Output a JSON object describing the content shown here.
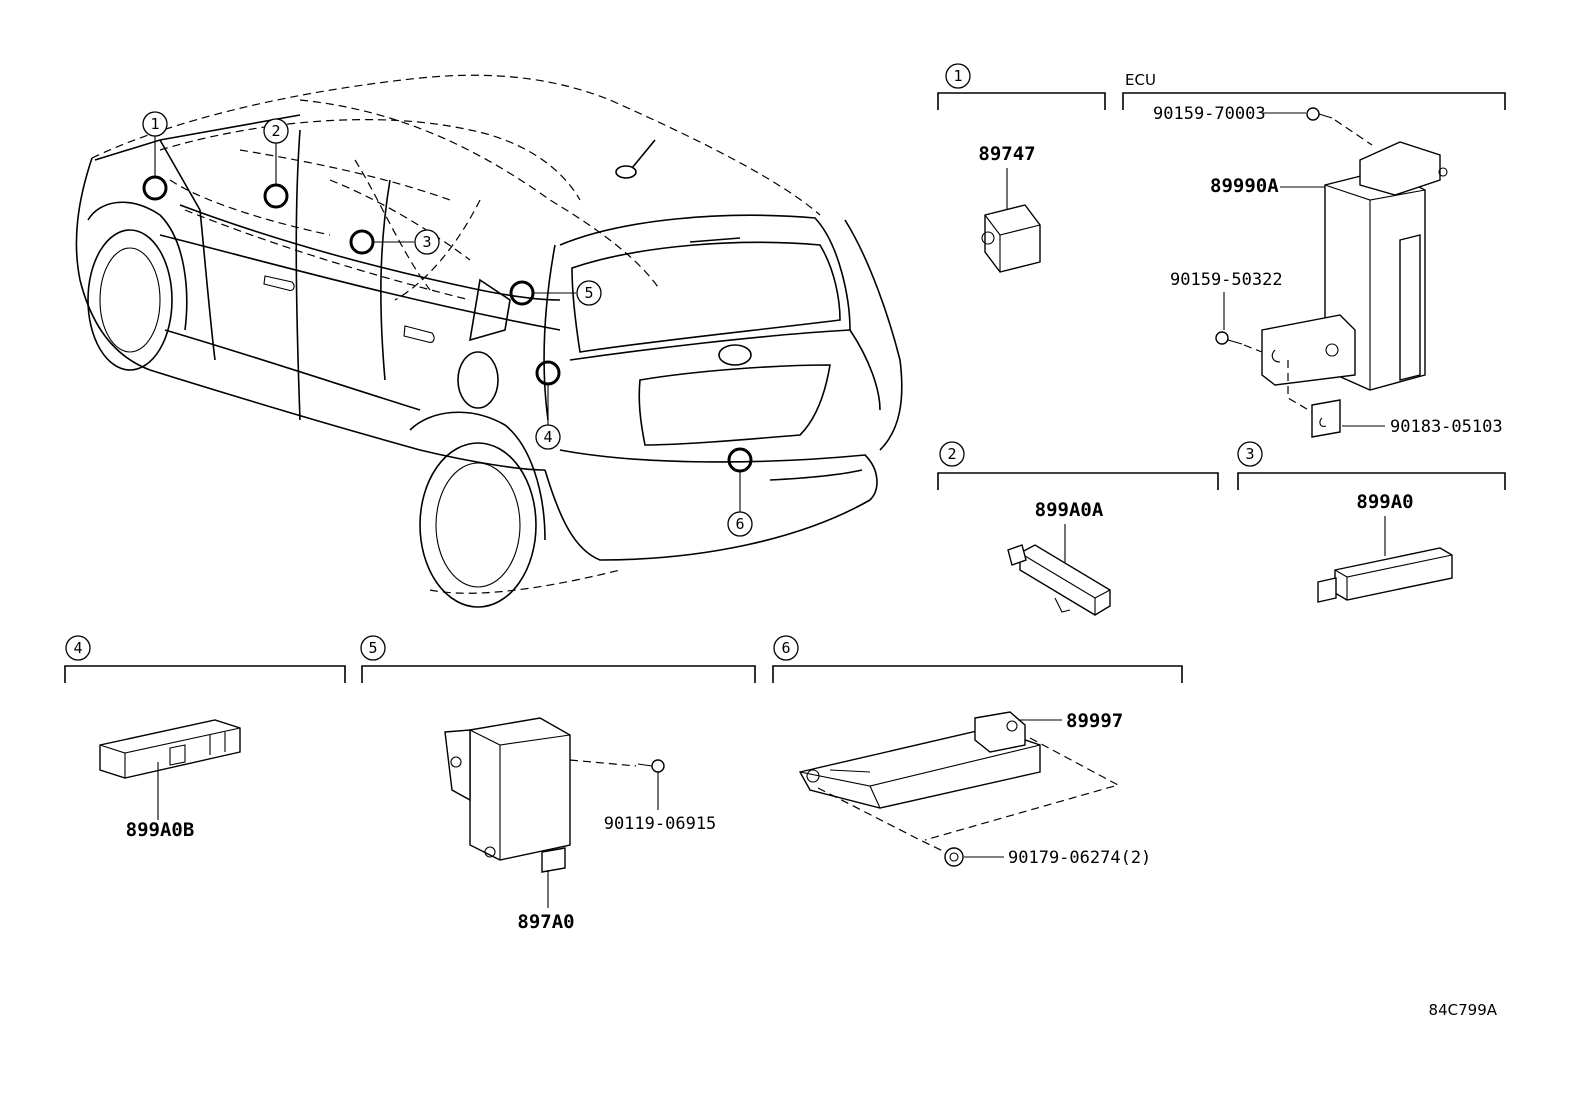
{
  "figure_code": "84C799A",
  "vehicle": {
    "callouts": [
      "1",
      "2",
      "3",
      "4",
      "5",
      "6"
    ]
  },
  "groups": [
    {
      "id": "1",
      "parts": [
        "89747"
      ]
    },
    {
      "id": "ecu",
      "label": "ECU",
      "parts": [
        "90159-70003",
        "89990A",
        "90159-50322",
        "90183-05103"
      ]
    },
    {
      "id": "2",
      "parts": [
        "899A0A"
      ]
    },
    {
      "id": "3",
      "parts": [
        "899A0"
      ]
    },
    {
      "id": "4",
      "parts": [
        "899A0B"
      ]
    },
    {
      "id": "5",
      "parts": [
        "90119-06915",
        "897A0"
      ]
    },
    {
      "id": "6",
      "parts": [
        "89997",
        "90179-06274(2)"
      ]
    }
  ]
}
